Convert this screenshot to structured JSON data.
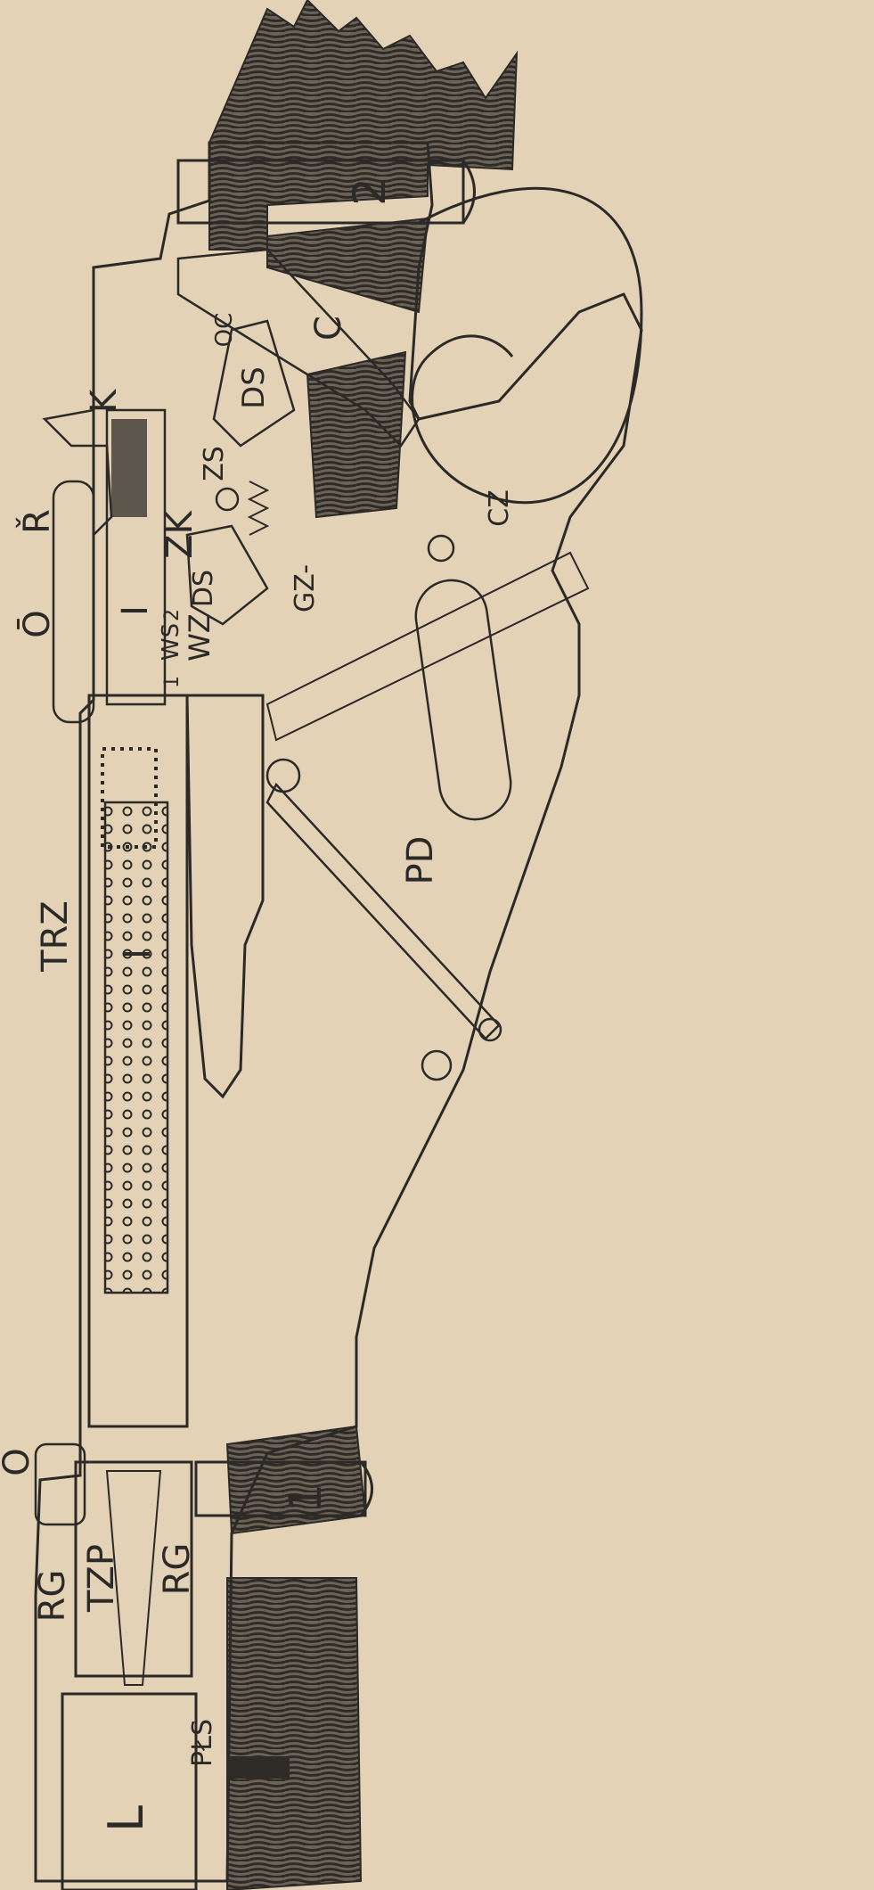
{
  "figure": {
    "paper_color": "#e3d2b5",
    "ink_color": "#2b2a28",
    "wood_color": "#3b3732",
    "labels": {
      "rg_top": "RG",
      "tzp": "TZP",
      "rg_bottom": "RG",
      "l": "L",
      "pls": "PŁS",
      "o_bottom": "Ō",
      "trz": "TRZ",
      "i_lower": "I",
      "i_upper": "I",
      "o_top": "Ō",
      "r": "Ř",
      "k": "K",
      "zk": "ZK",
      "ws": "WS",
      "ws_1": "1",
      "ws_2": "2",
      "wz": "WZ",
      "ds_lower": "DS",
      "ds_upper": "DS",
      "zs": "ZS",
      "oc": "OC",
      "c": "C",
      "gz": "GZ-",
      "cz": "CZ",
      "pd": "PD",
      "screw_1": "1",
      "screw_2": "2"
    }
  }
}
